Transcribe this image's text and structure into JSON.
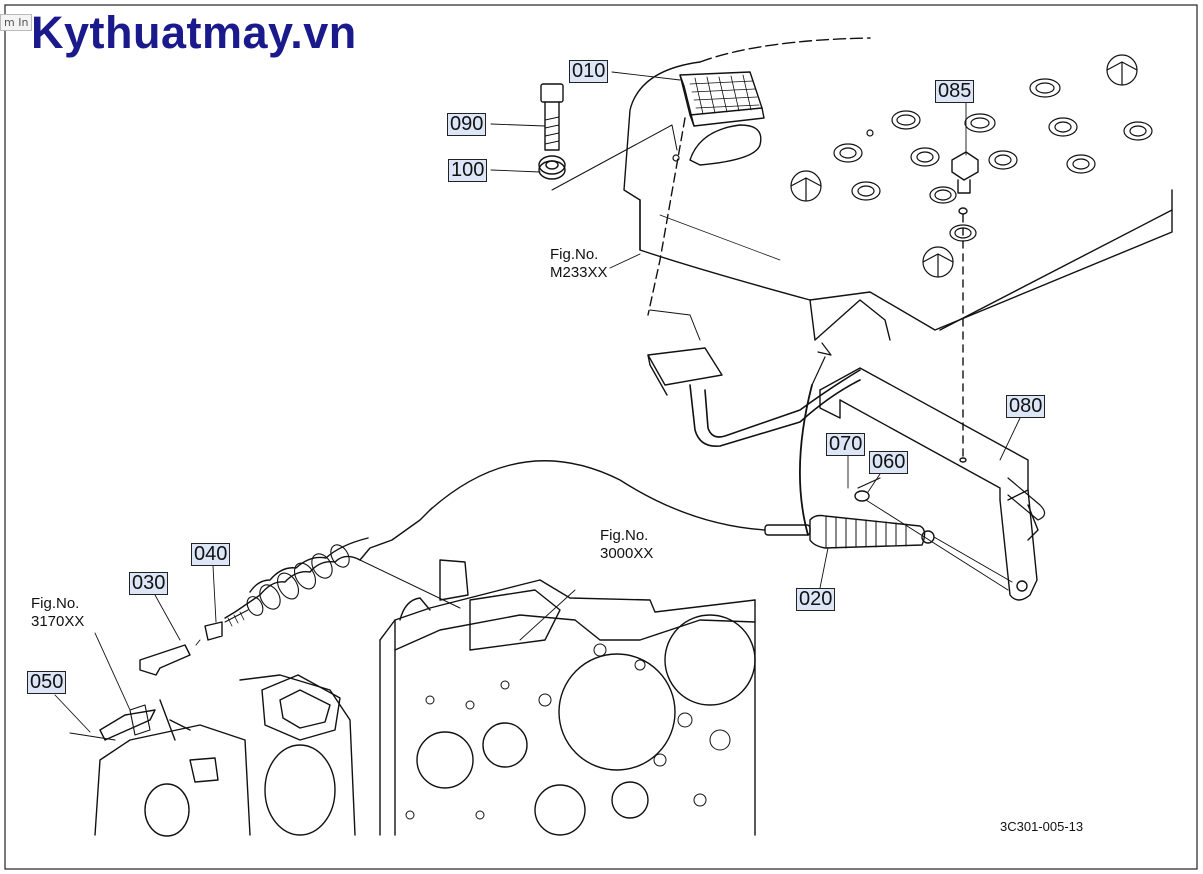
{
  "site": {
    "brand": "Kythuatmay.vn",
    "zoom_tab": "m In"
  },
  "callouts": {
    "c010": "010",
    "c090": "090",
    "c100": "100",
    "c085": "085",
    "c080": "080",
    "c070": "070",
    "c060": "060",
    "c020": "020",
    "c040": "040",
    "c030": "030",
    "c050": "050"
  },
  "figure_refs": {
    "m233": {
      "label": "Fig.No.",
      "code": "M233XX"
    },
    "f3000": {
      "label": "Fig.No.",
      "code": "3000XX"
    },
    "f3170": {
      "label": "Fig.No.",
      "code": "3170XX"
    }
  },
  "drawing_code": "3C301-005-13"
}
